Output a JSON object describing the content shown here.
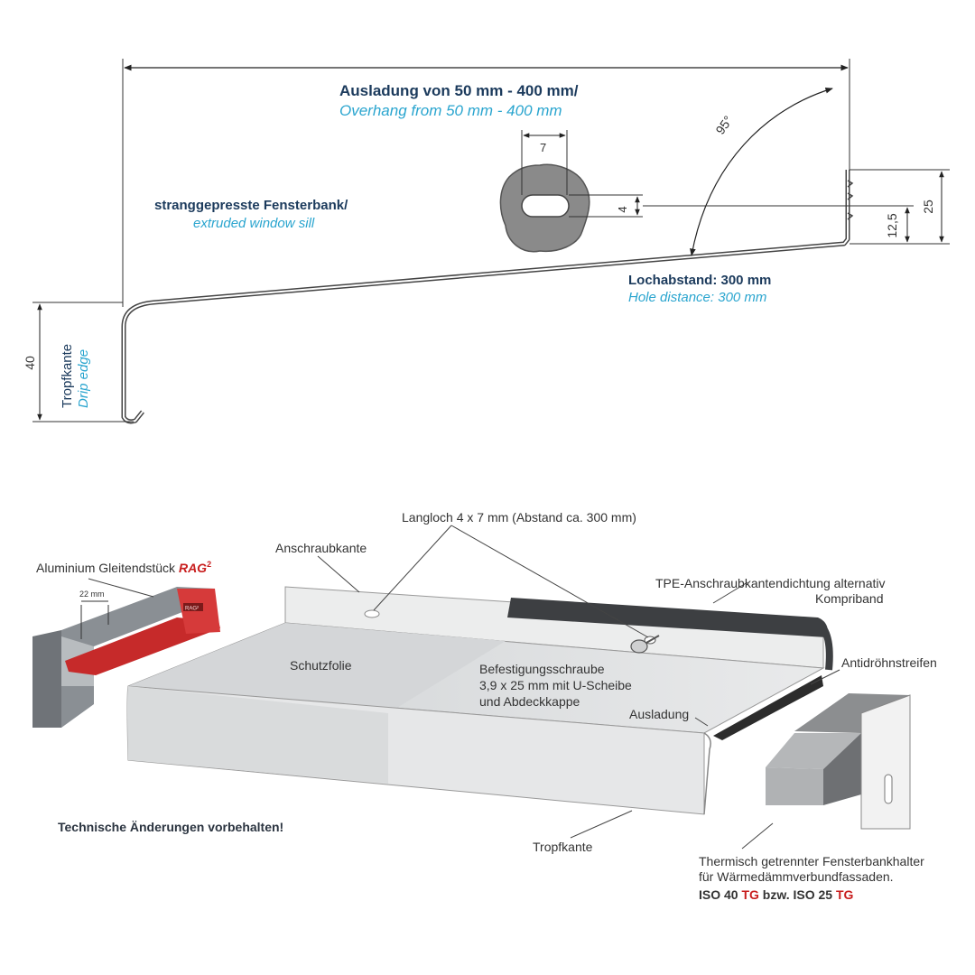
{
  "top": {
    "overhang_de": "Ausladung von 50 mm - 400 mm/",
    "overhang_en": "Overhang from 50 mm - 400 mm",
    "sill_de": "stranggepresste Fensterbank/",
    "sill_en": "extruded window sill",
    "hole_de": "Lochabstand: 300 mm",
    "hole_en": "Hole distance: 300 mm",
    "drip_de": "Tropfkante",
    "drip_en": "Drip edge",
    "dim_slot_width": "7",
    "dim_slot_height": "4",
    "dim_angle": "95°",
    "dim_total_height": "25",
    "dim_half_height": "12,5",
    "dim_drip_height": "40"
  },
  "bottom": {
    "slot_label": "Langloch 4 x 7 mm (Abstand ca. 300 mm)",
    "screw_edge": "Anschraubkante",
    "gleit_prefix": "Aluminium Gleitendstück ",
    "gleit_brand": "RAG",
    "gleit_sup": "2",
    "gleit_dim": "22 mm",
    "gleit_tag": "RAG²",
    "tpe_line1": "TPE-Anschraubkantendichtung alternativ",
    "tpe_line2": "Kompriband",
    "anti": "Antidröhnstreifen",
    "schutz": "Schutzfolie",
    "screw_line1": "Befestigungsschraube",
    "screw_line2": "3,9 x 25 mm mit U-Scheibe",
    "screw_line3": "und  Abdeckkappe",
    "ausladung": "Ausladung",
    "tech": "Technische Änderungen vorbehalten!",
    "tropf": "Tropfkante",
    "holder_line1": "Thermisch getrennter Fensterbankhalter",
    "holder_line2": "für Wärmedämmverbundfassaden.",
    "iso_a": "ISO 40 ",
    "iso_tg1": "TG",
    "iso_mid": " bzw. ISO 25 ",
    "iso_tg2": "TG"
  },
  "colors": {
    "navy": "#1b3a5c",
    "cyan": "#2aa5cf",
    "red": "#c81e1e"
  }
}
